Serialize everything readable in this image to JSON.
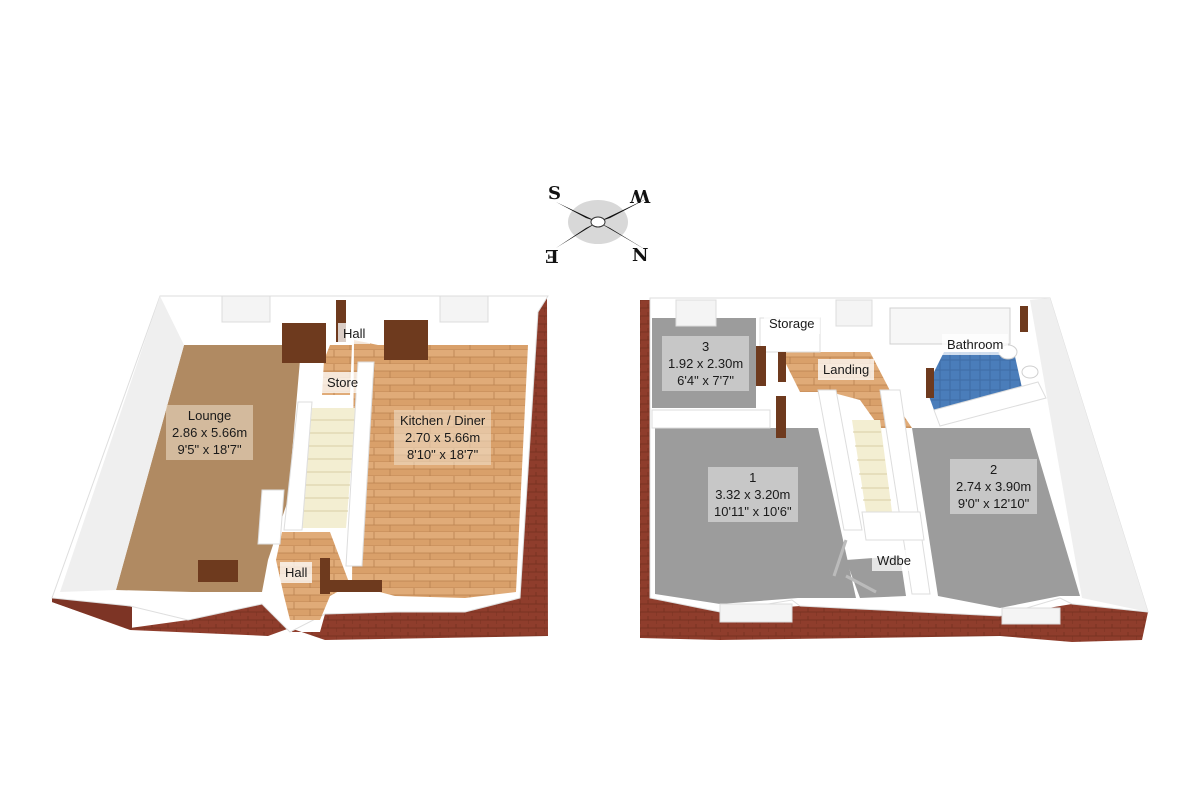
{
  "compass": {
    "north": "N",
    "south": "S",
    "east": "E",
    "west": "W"
  },
  "ground_floor": {
    "rooms": {
      "lounge": {
        "name": "Lounge",
        "metric": "2.86 x 5.66m",
        "imperial": "9'5\" x 18'7\""
      },
      "kitchen": {
        "name": "Kitchen / Diner",
        "metric": "2.70 x 5.66m",
        "imperial": "8'10\" x 18'7\""
      },
      "hall_upper": {
        "name": "Hall"
      },
      "store": {
        "name": "Store"
      },
      "hall_lower": {
        "name": "Hall"
      }
    }
  },
  "first_floor": {
    "rooms": {
      "bedroom3": {
        "name": "3",
        "metric": "1.92 x 2.30m",
        "imperial": "6'4\" x 7'7\""
      },
      "storage": {
        "name": "Storage"
      },
      "landing": {
        "name": "Landing"
      },
      "bathroom": {
        "name": "Bathroom"
      },
      "bedroom1": {
        "name": "1",
        "metric": "3.32 x 3.20m",
        "imperial": "10'11\" x 10'6\""
      },
      "bedroom2": {
        "name": "2",
        "metric": "2.74 x 3.90m",
        "imperial": "9'0\" x 12'10\""
      },
      "wardrobe": {
        "name": "Wdbe"
      }
    }
  },
  "colors": {
    "carpet": "#b08a62",
    "wood_floor": "#d9a06a",
    "grey_carpet": "#9c9c9c",
    "brick": "#8f3d2c",
    "wall_top": "#ffffff",
    "door": "#6e3a1e",
    "bath_tile": "#3f6fa8"
  }
}
